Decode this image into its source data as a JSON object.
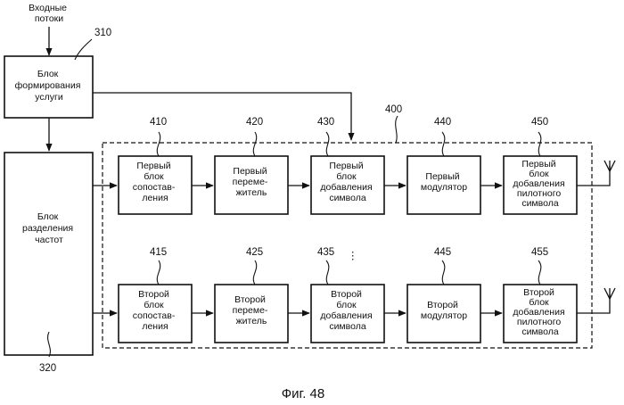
{
  "input_label": [
    "Входные",
    "потоки"
  ],
  "service_block": {
    "ref": "310",
    "lines": [
      "Блок",
      "формирования",
      "услуги"
    ]
  },
  "split_block": {
    "ref": "320",
    "lines": [
      "Блок",
      "разделения",
      "частот"
    ]
  },
  "group_ref": "400",
  "row1": [
    {
      "ref": "410",
      "lines": [
        "Первый",
        "блок",
        "сопостав-",
        "ления"
      ]
    },
    {
      "ref": "420",
      "lines": [
        "Первый",
        "переме-",
        "житель"
      ]
    },
    {
      "ref": "430",
      "lines": [
        "Первый",
        "блок",
        "добавления",
        "символа"
      ]
    },
    {
      "ref": "440",
      "lines": [
        "Первый",
        "модулятор"
      ]
    },
    {
      "ref": "450",
      "lines": [
        "Первый",
        "блок",
        "добавления",
        "пилотного",
        "символа"
      ]
    }
  ],
  "row2": [
    {
      "ref": "415",
      "lines": [
        "Второй",
        "блок",
        "сопостав-",
        "ления"
      ]
    },
    {
      "ref": "425",
      "lines": [
        "Второй",
        "переме-",
        "житель"
      ]
    },
    {
      "ref": "435",
      "lines": [
        "Второй",
        "блок",
        "добавления",
        "символа"
      ]
    },
    {
      "ref": "445",
      "lines": [
        "Второй",
        "модулятор"
      ]
    },
    {
      "ref": "455",
      "lines": [
        "Второй",
        "блок",
        "добавления",
        "пилотного",
        "символа"
      ]
    }
  ],
  "ellipsis": "⋮",
  "caption": "Фиг. 48"
}
